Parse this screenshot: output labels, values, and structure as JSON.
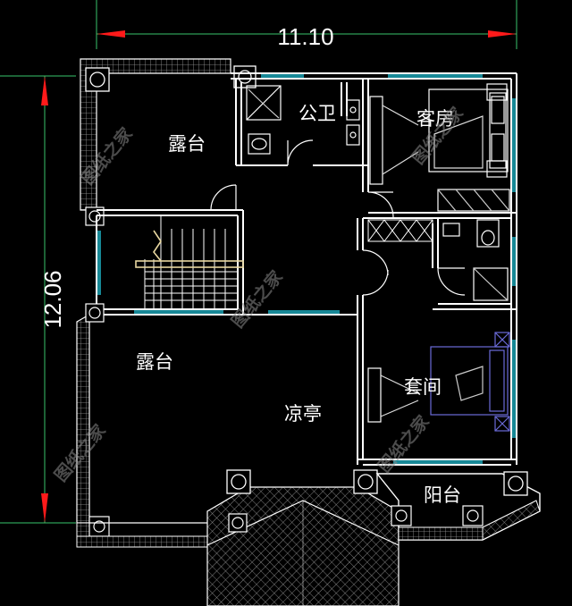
{
  "dimensions": {
    "width": "11.10",
    "height": "12.06"
  },
  "rooms": {
    "terrace_top": "露台",
    "public_bath": "公卫",
    "guest_room": "客房",
    "terrace_left": "露台",
    "pavilion": "凉亭",
    "suite": "套间",
    "balcony": "阳台"
  },
  "watermark": "图纸之家",
  "colors": {
    "wall": "#ffffff",
    "dimension_line": "#39c46b",
    "arrow": "#ff1a1a",
    "window": "#1fb6c9",
    "furniture": "#ffffff",
    "hatch": "#bfbfbf",
    "stair_rail": "#e8d7a0",
    "bed": "#6b6bd8"
  }
}
